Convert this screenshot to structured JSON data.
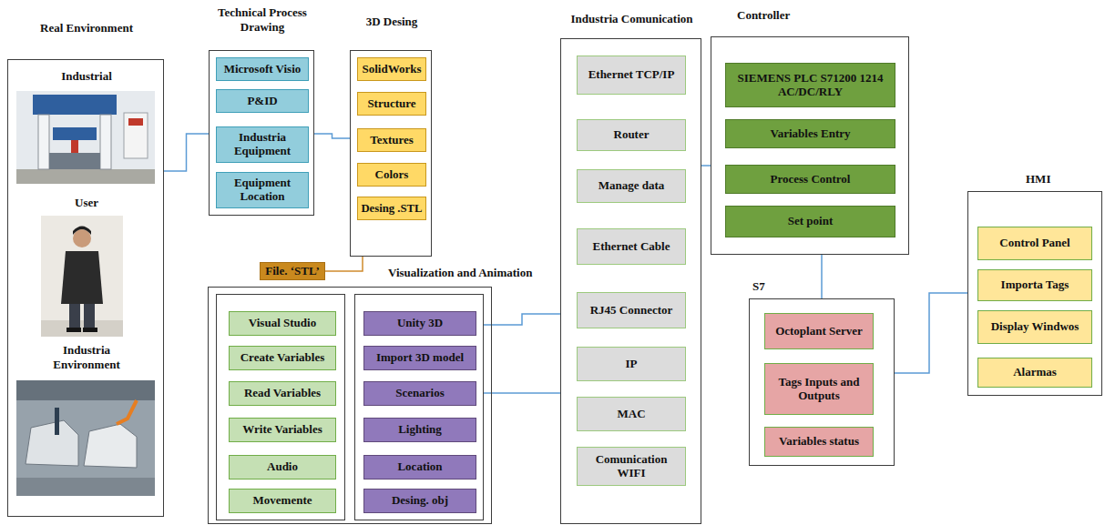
{
  "diagram": {
    "nodes": [
      {
        "text": [
          "Real Environment",
          "Industrial",
          "User",
          "Industria Environment"
        ]
      },
      {
        "text": [
          "Technical Process Drawing"
        ]
      },
      {
        "text": [
          "Microsoft Visio"
        ],
        "in": 1
      },
      {
        "text": [
          "P&ID"
        ],
        "in": 1
      },
      {
        "text": [
          "Industria Equipment"
        ],
        "in": 1
      },
      {
        "text": [
          "Equipment Location"
        ],
        "in": 1
      },
      {
        "text": [
          "3D Desing"
        ]
      },
      {
        "text": [
          "SolidWorks"
        ],
        "in": 6
      },
      {
        "text": [
          "Structure"
        ],
        "in": 6
      },
      {
        "text": [
          "Textures"
        ],
        "in": 6
      },
      {
        "text": [
          "Colors"
        ],
        "in": 6
      },
      {
        "text": [
          "Desing .STL"
        ],
        "in": 6
      },
      {
        "text": [
          "File. ‘STL’"
        ]
      },
      {
        "text": [
          "Visualization and Animation"
        ]
      },
      {
        "text": [],
        "in": 13
      },
      {
        "text": [
          "Visual Studio"
        ],
        "in": 14
      },
      {
        "text": [
          "Create Variables"
        ],
        "in": 14
      },
      {
        "text": [
          "Read Variables"
        ],
        "in": 14
      },
      {
        "text": [
          "Write Variables"
        ],
        "in": 14
      },
      {
        "text": [
          "Audio"
        ],
        "in": 14
      },
      {
        "text": [
          "Movemente"
        ],
        "in": 14
      },
      {
        "text": [],
        "in": 13
      },
      {
        "text": [
          "Unity 3D"
        ],
        "in": 21
      },
      {
        "text": [
          "Import 3D model"
        ],
        "in": 21
      },
      {
        "text": [
          "Scenarios"
        ],
        "in": 21
      },
      {
        "text": [
          "Lighting"
        ],
        "in": 21
      },
      {
        "text": [
          "Location"
        ],
        "in": 21
      },
      {
        "text": [
          "Desing. obj"
        ],
        "in": 21
      },
      {
        "text": [
          "Industria Comunication"
        ]
      },
      {
        "text": [
          "Ethernet TCP/IP"
        ],
        "in": 28
      },
      {
        "text": [
          "Router"
        ],
        "in": 28
      },
      {
        "text": [
          "Manage data"
        ],
        "in": 28
      },
      {
        "text": [
          "Ethernet Cable"
        ],
        "in": 28
      },
      {
        "text": [
          "RJ45 Connector"
        ],
        "in": 28
      },
      {
        "text": [
          "IP"
        ],
        "in": 28
      },
      {
        "text": [
          "MAC"
        ],
        "in": 28
      },
      {
        "text": [
          "Comunication WIFI"
        ],
        "in": 28
      },
      {
        "text": [
          "Controller"
        ]
      },
      {
        "text": [
          "SIEMENS PLC S71200 1214 AC/DC/RLY"
        ],
        "in": 37
      },
      {
        "text": [
          "Variables Entry"
        ],
        "in": 37
      },
      {
        "text": [
          "Process Control"
        ],
        "in": 37
      },
      {
        "text": [
          "Set point"
        ],
        "in": 37
      },
      {
        "text": [
          "S7"
        ]
      },
      {
        "text": [
          "Octoplant Server"
        ],
        "in": 42
      },
      {
        "text": [
          "Tags Inputs and Outputs"
        ],
        "in": 42
      },
      {
        "text": [
          "Variables status"
        ],
        "in": 42
      },
      {
        "text": [
          "HMI"
        ]
      },
      {
        "text": [
          "Control Panel"
        ],
        "in": 46
      },
      {
        "text": [
          "Importa Tags"
        ],
        "in": 46
      },
      {
        "text": [
          "Display Windwos"
        ],
        "in": 46
      },
      {
        "text": [
          "Alarmas"
        ],
        "in": 46
      }
    ],
    "edges": [
      {
        "from": 0,
        "to": 1,
        "arrow": "none"
      },
      {
        "from": 1,
        "to": 6,
        "arrow": "none"
      },
      {
        "from": 6,
        "to": 12,
        "arrow": "none"
      },
      {
        "from": 21,
        "to": 28,
        "arrow": "none"
      },
      {
        "from": 21,
        "to": 28,
        "arrow": "none"
      },
      {
        "from": 28,
        "to": 37,
        "arrow": "none"
      },
      {
        "from": 37,
        "to": 42,
        "arrow": "none"
      },
      {
        "from": 42,
        "to": 46,
        "arrow": "none"
      }
    ]
  }
}
